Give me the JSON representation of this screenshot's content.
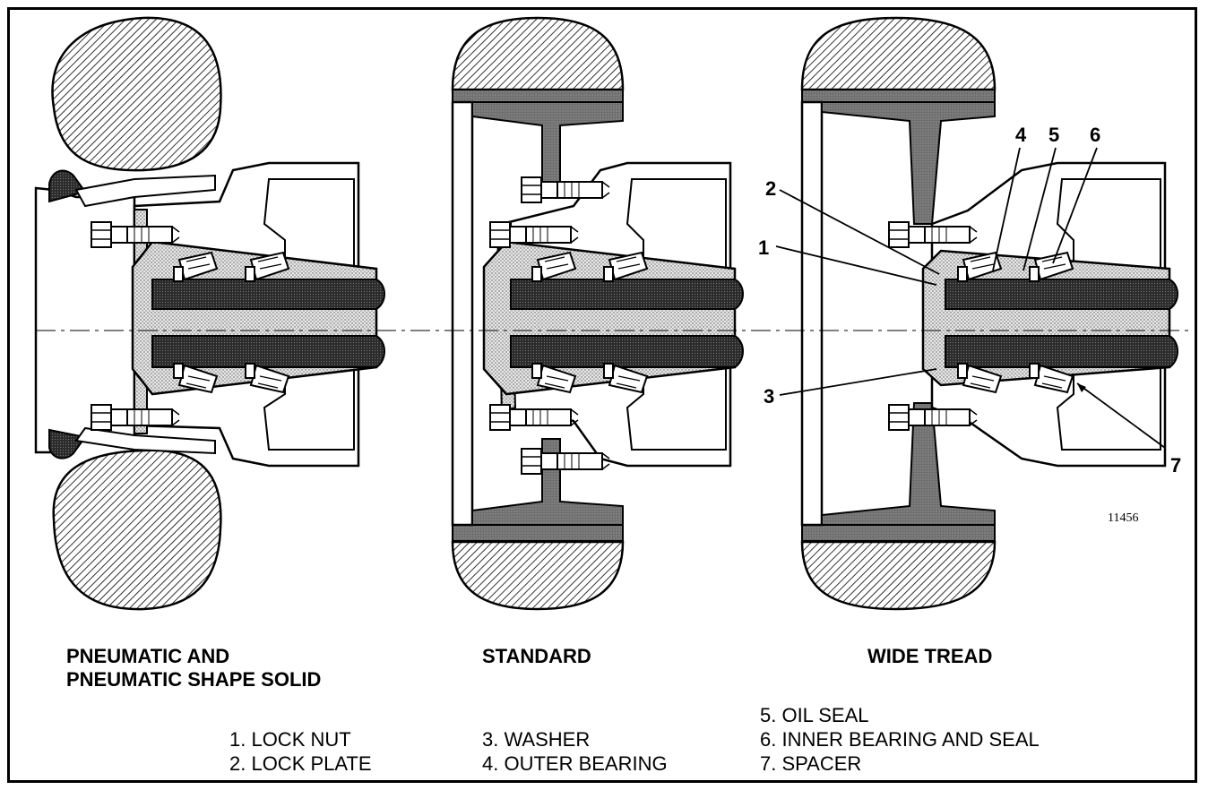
{
  "figure_number": "11456",
  "captions": {
    "pneumatic": [
      "PNEUMATIC AND",
      "PNEUMATIC SHAPE SOLID"
    ],
    "standard": "STANDARD",
    "wide_tread": "WIDE TREAD"
  },
  "callouts": [
    "1",
    "2",
    "3",
    "4",
    "5",
    "6",
    "7"
  ],
  "legend": {
    "col1": [
      "1. LOCK NUT",
      "2. LOCK PLATE"
    ],
    "col2": [
      "3. WASHER",
      "4. OUTER BEARING"
    ],
    "col3": [
      "5. OIL SEAL",
      "6. INNER BEARING AND SEAL",
      "7. SPACER"
    ]
  }
}
